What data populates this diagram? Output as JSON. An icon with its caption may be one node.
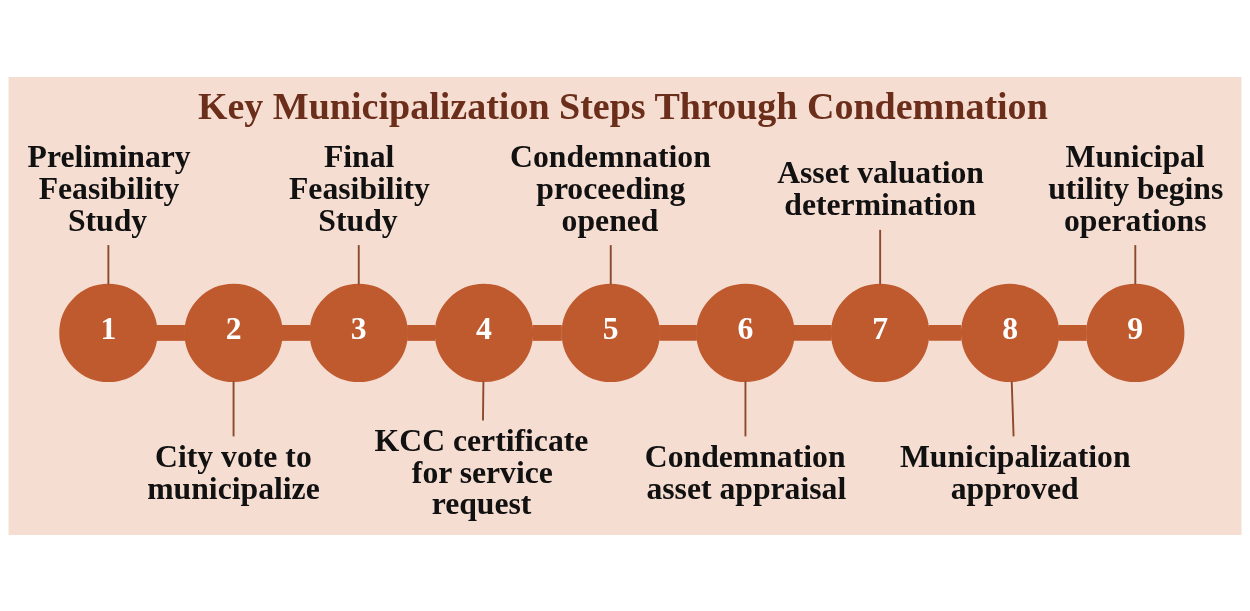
{
  "diagram": {
    "title": "Key Municipalization Steps Through Condemnation",
    "nodes": [
      {
        "text": [
          "1"
        ]
      },
      {
        "text": [
          "2"
        ]
      },
      {
        "text": [
          "3"
        ]
      },
      {
        "text": [
          "4"
        ]
      },
      {
        "text": [
          "5"
        ]
      },
      {
        "text": [
          "6"
        ]
      },
      {
        "text": [
          "7"
        ]
      },
      {
        "text": [
          "8"
        ]
      },
      {
        "text": [
          "9"
        ]
      },
      {
        "text": [
          "Preliminary Feasibility Study"
        ]
      },
      {
        "text": [
          "City vote to municipalize"
        ]
      },
      {
        "text": [
          "Final Feasibility Study"
        ]
      },
      {
        "text": [
          "KCC certificate for service request"
        ]
      },
      {
        "text": [
          "Condemnation proceeding opened"
        ]
      },
      {
        "text": [
          "Condemnation asset appraisal"
        ]
      },
      {
        "text": [
          "Asset valuation determination"
        ]
      },
      {
        "text": [
          "Municipalization approved"
        ]
      },
      {
        "text": [
          "Municipal utility begins operations"
        ]
      }
    ],
    "edges": [
      {
        "from": 0,
        "to": 1,
        "arrow": "none",
        "style": "thick",
        "color": "#bf5a2e"
      },
      {
        "from": 1,
        "to": 2,
        "arrow": "none",
        "style": "thick",
        "color": "#bf5a2e"
      },
      {
        "from": 2,
        "to": 3,
        "arrow": "none",
        "style": "thick",
        "color": "#bf5a2e"
      },
      {
        "from": 3,
        "to": 4,
        "arrow": "none",
        "style": "thick",
        "color": "#bf5a2e"
      },
      {
        "from": 4,
        "to": 5,
        "arrow": "none",
        "style": "thick",
        "color": "#bf5a2e"
      },
      {
        "from": 5,
        "to": 6,
        "arrow": "none",
        "style": "thick",
        "color": "#bf5a2e"
      },
      {
        "from": 6,
        "to": 7,
        "arrow": "none",
        "style": "thick",
        "color": "#bf5a2e"
      },
      {
        "from": 7,
        "to": 8,
        "arrow": "none",
        "style": "thick",
        "color": "#bf5a2e"
      },
      {
        "from": 9,
        "to": 0,
        "arrow": "none"
      },
      {
        "from": 1,
        "to": 10,
        "arrow": "none"
      },
      {
        "from": 11,
        "to": 2,
        "arrow": "none"
      },
      {
        "from": 3,
        "to": 12,
        "arrow": "none"
      },
      {
        "from": 13,
        "to": 4,
        "arrow": "none"
      },
      {
        "from": 5,
        "to": 14,
        "arrow": "none"
      },
      {
        "from": 15,
        "to": 6,
        "arrow": "none"
      },
      {
        "from": 7,
        "to": 16,
        "arrow": "none"
      },
      {
        "from": 17,
        "to": 8,
        "arrow": "none"
      }
    ]
  }
}
